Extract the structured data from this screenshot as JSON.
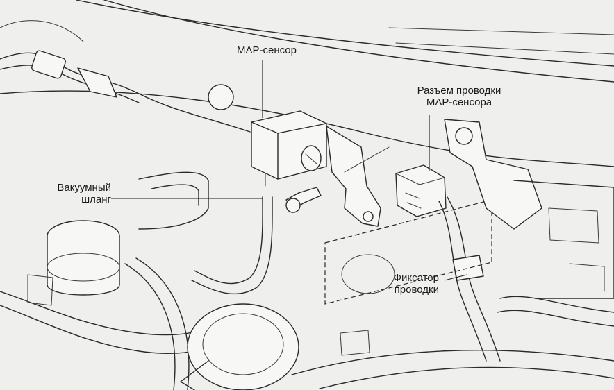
{
  "labels": {
    "map_sensor": "MAP-сенсор",
    "connector_line1": "Разъем проводки",
    "connector_line2": "MAP-сенсора",
    "hose_line1": "Вакуумный",
    "hose_line2": "шланг",
    "clamp_line1": "Фиксатор",
    "clamp_line2": "проводки"
  },
  "colors": {
    "background": "#efefed",
    "ink": "#2a2a2a"
  }
}
